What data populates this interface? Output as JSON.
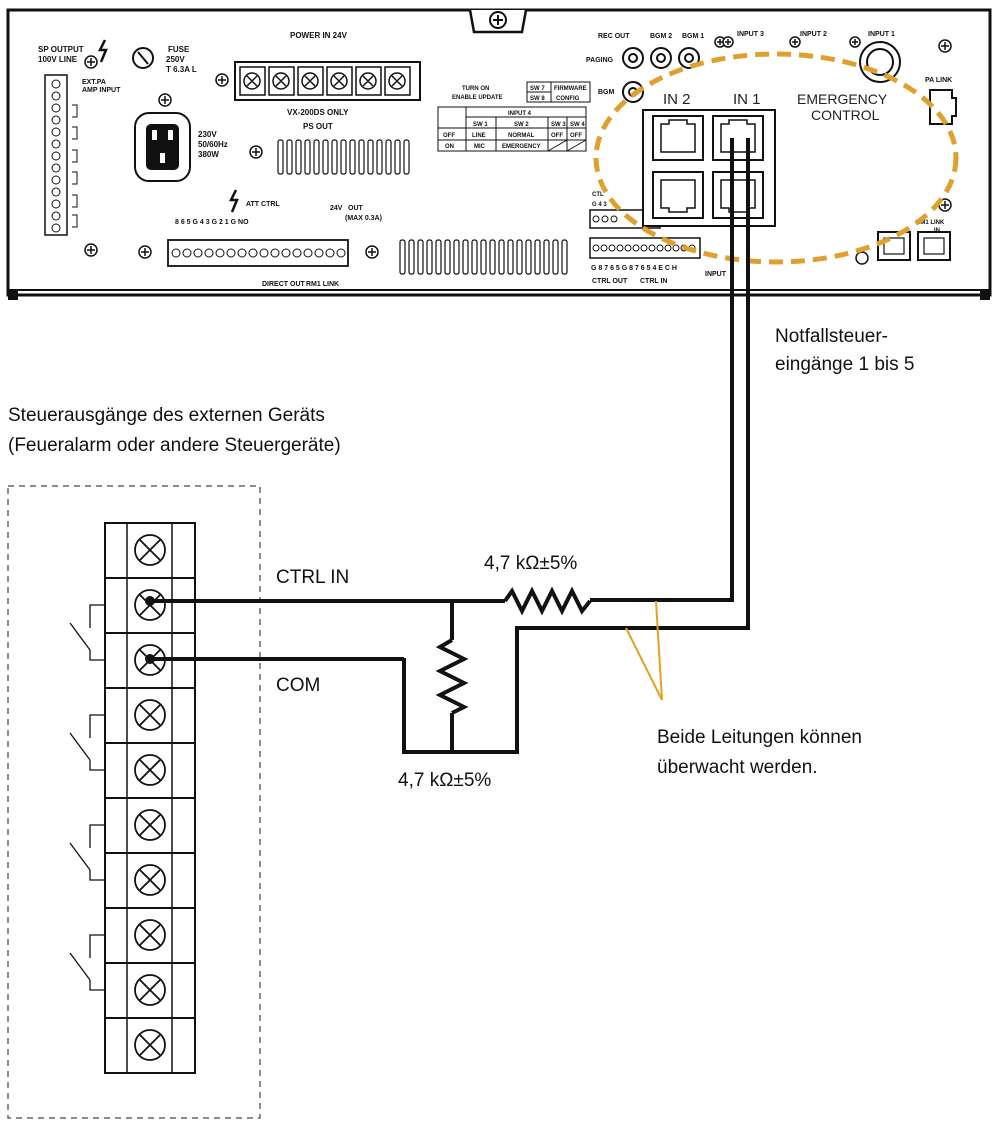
{
  "device_panel": {
    "power_in": "POWER IN 24V",
    "ps_out": "PS OUT",
    "vx_only": "VX-200DS ONLY",
    "fuse": "FUSE",
    "fuse_rating": "250V",
    "fuse_rating2": "T 6.3A L",
    "ac_rating": "230V",
    "ac_freq": "50/60Hz",
    "ac_power": "380W",
    "sp_output": "SP OUTPUT",
    "sp_line": "100V LINE",
    "ext_pa": "EXT.PA",
    "amp_input": "AMP INPUT",
    "att_ctrl": "ATT CTRL",
    "direct_out": "DIRECT OUT",
    "rm_link_short": "RM1 LINK",
    "out_24v": "24V",
    "out": "OUT",
    "max_current": "(MAX 0.3A)",
    "turn_on": "TURN ON",
    "enable_update": "ENABLE UPDATE",
    "sw7": "SW 7",
    "sw8": "SW 8",
    "firmware": "FIRMWARE",
    "config": "CONFIG",
    "input4": "INPUT 4",
    "sw1": "SW 1",
    "sw2": "SW 2",
    "sw3": "SW 3",
    "sw4": "SW 4",
    "off": "OFF",
    "on": "ON",
    "line": "LINE",
    "mic": "MIC",
    "normal": "NORMAL",
    "emergency": "EMERGENCY",
    "rec_out": "REC OUT",
    "bgm1": "BGM 1",
    "bgm2": "BGM 2",
    "paging": "PAGING",
    "bgm": "BGM",
    "input1": "INPUT 1",
    "input2": "INPUT 2",
    "input3": "INPUT 3",
    "input_short": "INPUT",
    "in1": "IN 1",
    "in2": "IN 2",
    "emergency_control_1": "EMERGENCY",
    "emergency_control_2": "CONTROL",
    "pa_link": "PA LINK",
    "rm1_link": "RM1 LINK",
    "rm1_link_in": "IN",
    "ctrl_out": "CTRL OUT",
    "ctrl_in": "CTRL IN"
  },
  "labels": {
    "notfall_line1": "Notfallsteuer-",
    "notfall_line2": "eingänge 1 bis 5",
    "external_line1": "Steuerausgänge des externen Geräts",
    "external_line2": "(Feueralarm oder andere Steuergeräte)",
    "ctrl_in": "CTRL IN",
    "com": "COM",
    "resistor_top": "4,7 kΩ±5%",
    "resistor_bottom": "4,7 kΩ±5%",
    "monitor_line1": "Beide Leitungen können",
    "monitor_line2": "überwacht werden."
  },
  "colors": {
    "highlight_ellipse": "#E0A030",
    "monitor_pointer": "#E8A020",
    "wire": "#111111"
  }
}
